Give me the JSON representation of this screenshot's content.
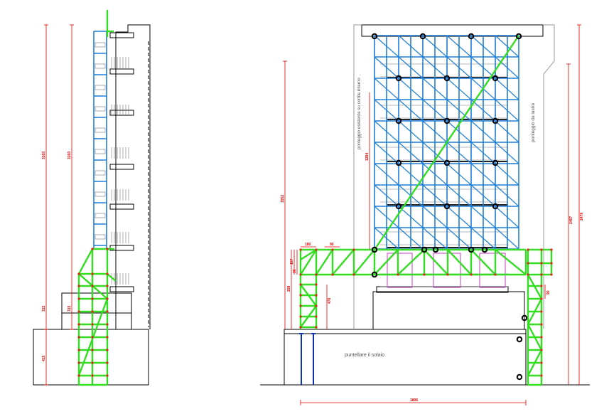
{
  "colors": {
    "background": "#ffffff",
    "building_line": "#000000",
    "scaffold_blue": "#1f7fd8",
    "scaffold_green": "#33dd22",
    "dimension_red": "#e00000",
    "node_red": "#e8201a",
    "prop_blue": "#1030c0",
    "grey_outline": "#9a9a9a",
    "magenta": "#c040c0"
  },
  "left_view": {
    "dimensions": {
      "total_height_a": "3160",
      "total_height_b": "3160",
      "lower_a": "315",
      "lower_b": "315",
      "base": "415"
    }
  },
  "right_view": {
    "labels": {
      "existing_scaffold": "ponteggio esistente  su cortile interno",
      "slab_scaffold": "ponteggio da lastre",
      "shoring_note": "puntellare il solaio"
    },
    "dimensions": {
      "left_total": "1952",
      "inner_total": "1294",
      "right_total": "2478",
      "right_inner": "2467",
      "span_a": "180",
      "span_b": "90",
      "bridge_height": "157",
      "bridge_small": "36",
      "bridge_low": "258",
      "mid_height": "476",
      "right_small": "90",
      "bottom_width": "1806"
    }
  }
}
